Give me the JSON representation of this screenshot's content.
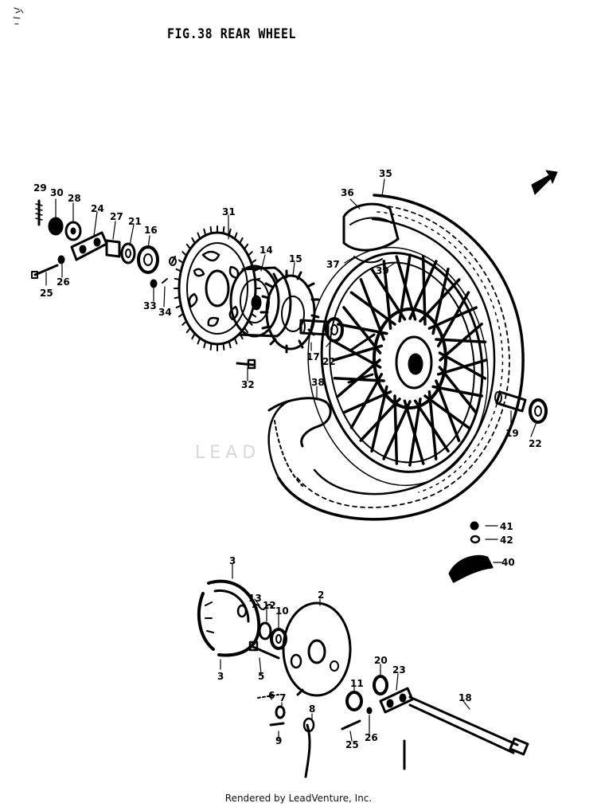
{
  "figure": {
    "title": "FIG.38   REAR WHEEL",
    "footer": "Rendered by LeadVenture, Inc.",
    "watermark": "LEAD"
  },
  "callouts": [
    {
      "id": "29",
      "label": "29"
    },
    {
      "id": "30",
      "label": "30"
    },
    {
      "id": "28",
      "label": "28"
    },
    {
      "id": "24",
      "label": "24"
    },
    {
      "id": "27",
      "label": "27"
    },
    {
      "id": "21",
      "label": "21"
    },
    {
      "id": "16",
      "label": "16"
    },
    {
      "id": "25a",
      "label": "25"
    },
    {
      "id": "26a",
      "label": "26"
    },
    {
      "id": "33",
      "label": "33"
    },
    {
      "id": "34",
      "label": "34"
    },
    {
      "id": "31",
      "label": "31"
    },
    {
      "id": "14",
      "label": "14"
    },
    {
      "id": "15",
      "label": "15"
    },
    {
      "id": "17",
      "label": "17"
    },
    {
      "id": "22a",
      "label": "22"
    },
    {
      "id": "32",
      "label": "32"
    },
    {
      "id": "35",
      "label": "35"
    },
    {
      "id": "36",
      "label": "36"
    },
    {
      "id": "37",
      "label": "37"
    },
    {
      "id": "39",
      "label": "39"
    },
    {
      "id": "38",
      "label": "38"
    },
    {
      "id": "19",
      "label": "19"
    },
    {
      "id": "22b",
      "label": "22"
    },
    {
      "id": "41",
      "label": "41"
    },
    {
      "id": "42",
      "label": "42"
    },
    {
      "id": "40",
      "label": "40"
    },
    {
      "id": "3a",
      "label": "3"
    },
    {
      "id": "3b",
      "label": "3"
    },
    {
      "id": "13",
      "label": "13"
    },
    {
      "id": "12",
      "label": "12"
    },
    {
      "id": "10",
      "label": "10"
    },
    {
      "id": "2",
      "label": "2"
    },
    {
      "id": "5",
      "label": "5"
    },
    {
      "id": "6",
      "label": "6"
    },
    {
      "id": "7",
      "label": "7"
    },
    {
      "id": "9",
      "label": "9"
    },
    {
      "id": "8",
      "label": "8"
    },
    {
      "id": "11",
      "label": "11"
    },
    {
      "id": "20",
      "label": "20"
    },
    {
      "id": "23",
      "label": "23"
    },
    {
      "id": "25b",
      "label": "25"
    },
    {
      "id": "26b",
      "label": "26"
    },
    {
      "id": "18",
      "label": "18"
    }
  ],
  "colors": {
    "ink": "#000000",
    "paper": "#ffffff",
    "watermark": "#d8d8d8"
  }
}
